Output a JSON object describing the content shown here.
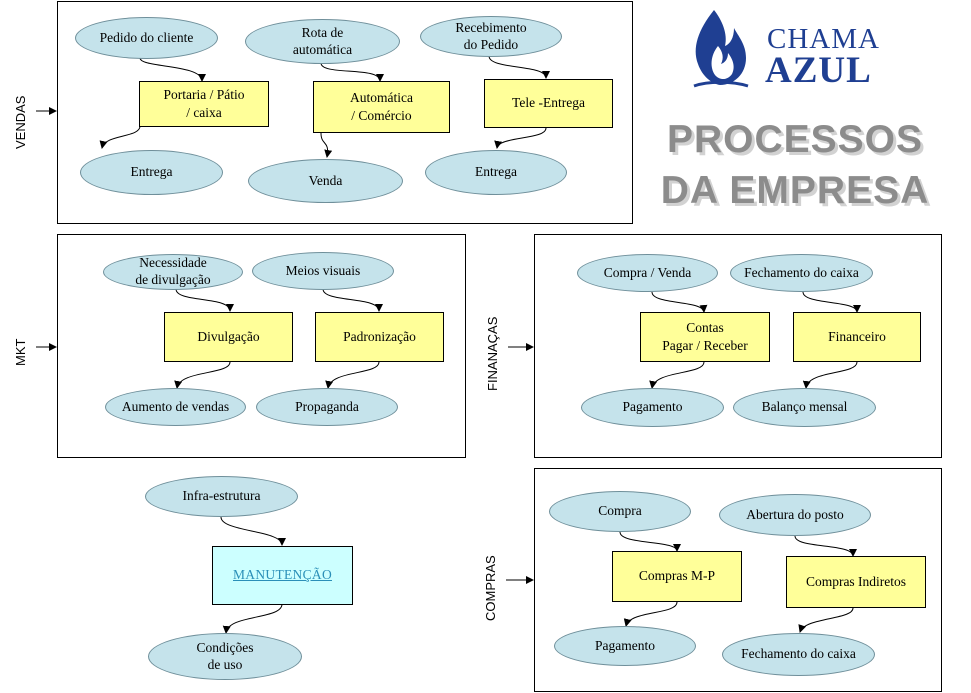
{
  "logo": {
    "top": "CHAMA",
    "bottom": "AZUL"
  },
  "title": {
    "line1": "PROCESSOS",
    "line2": "DA EMPRESA"
  },
  "sections": {
    "vendas": {
      "label": "VENDAS",
      "col1": {
        "input": "Pedido do cliente",
        "process": "Portaria / Pátio\n / caixa",
        "output": "Entrega"
      },
      "col2": {
        "input": "Rota de\nautomática",
        "process": "Automática\n / Comércio",
        "output": "Venda"
      },
      "col3": {
        "input": "Recebimento\ndo Pedido",
        "process": "Tele  -Entrega",
        "output": "Entrega"
      }
    },
    "mkt": {
      "label": "MKT",
      "col1": {
        "input": "Necessidade\nde divulgação",
        "process": "Divulgação",
        "output": "Aumento de vendas"
      },
      "col2": {
        "input": "Meios visuais",
        "process": "Padronização",
        "output": "Propaganda"
      }
    },
    "financas": {
      "label": "FINANAÇAS",
      "col1": {
        "input": "Compra / Venda",
        "process": "Contas\nPagar / Receber",
        "output": "Pagamento"
      },
      "col2": {
        "input": "Fechamento do caixa",
        "process": "Financeiro",
        "output": "Balanço mensal"
      }
    },
    "manutencao": {
      "input": "Infra-estrutura",
      "process": "MANUTENÇÃO",
      "output": "Condições\nde uso"
    },
    "compras": {
      "label": "COMPRAS",
      "col1": {
        "input": "Compra",
        "process": "Compras  M-P",
        "output": "Pagamento"
      },
      "col2": {
        "input": "Abertura do posto",
        "process": "Compras  Indiretos",
        "output": "Fechamento do caixa"
      }
    }
  }
}
